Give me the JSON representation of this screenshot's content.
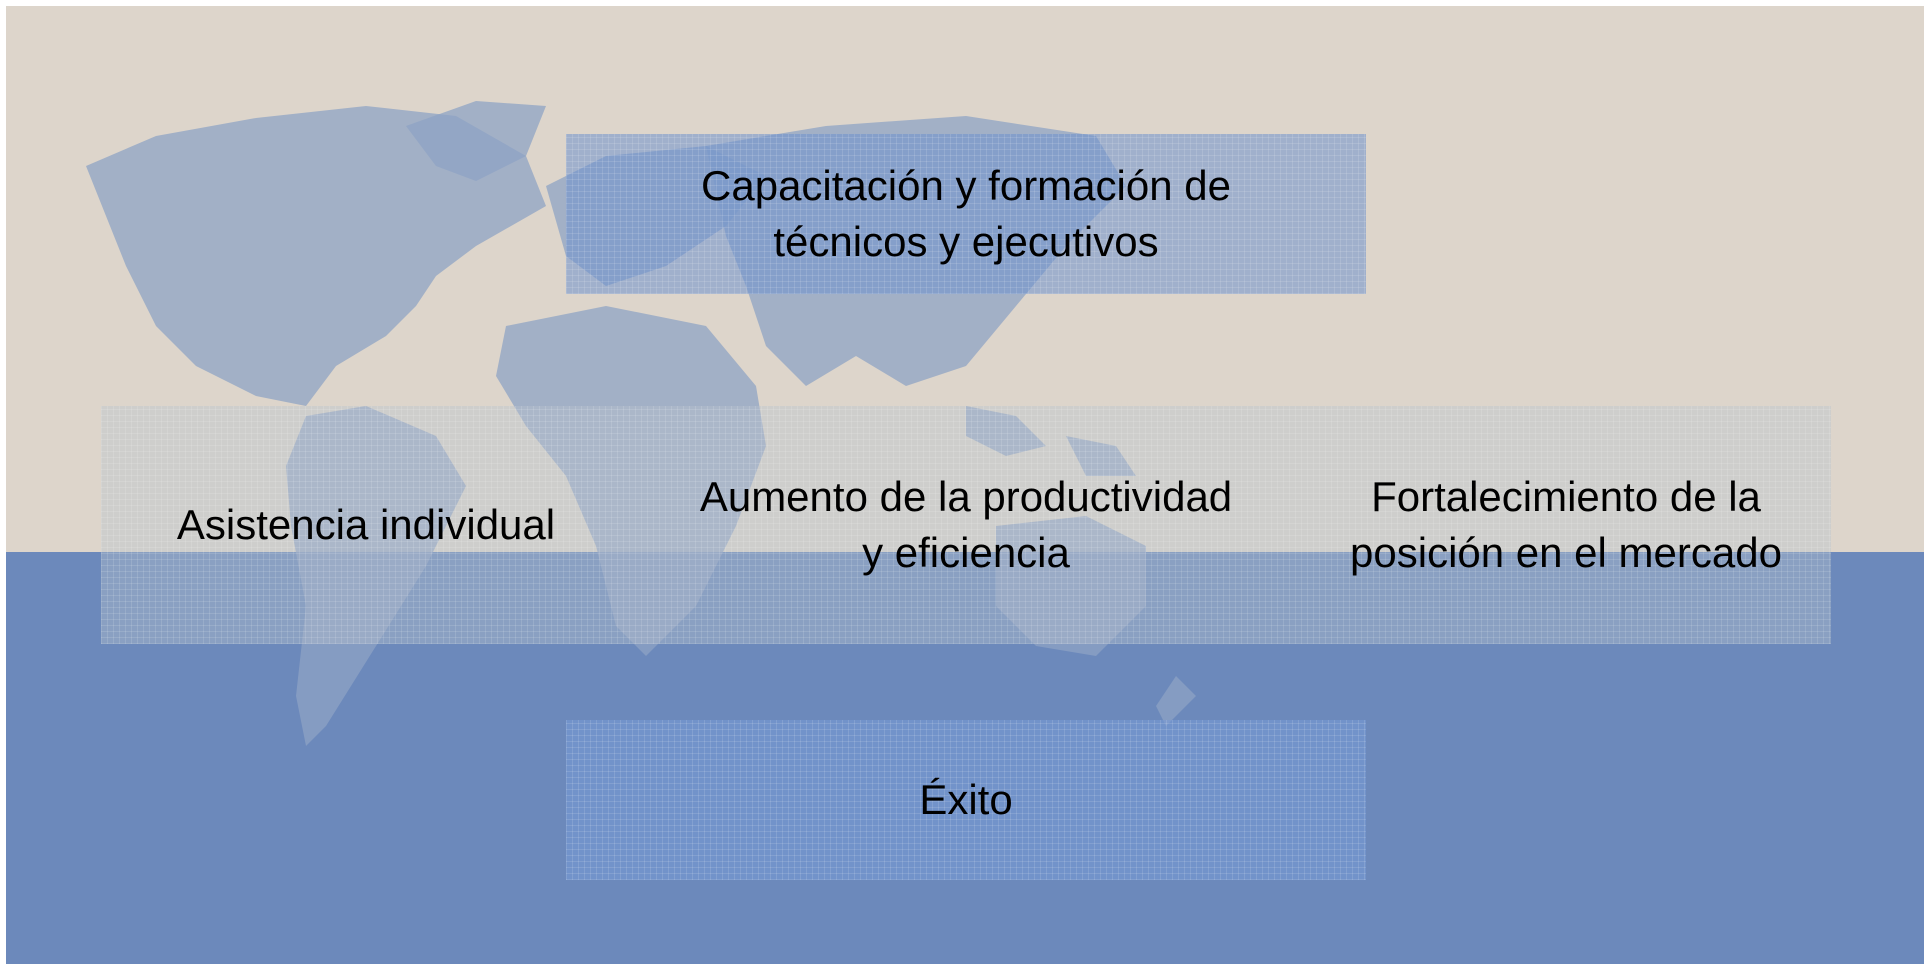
{
  "diagram": {
    "top_box": {
      "line1": "Capacitación y formación de",
      "line2": "técnicos y ejecutivos"
    },
    "middle_row": {
      "left": {
        "line1": "Asistencia individual"
      },
      "center": {
        "line1": "Aumento de la productividad",
        "line2": "y eficiencia"
      },
      "right": {
        "line1": "Fortalecimiento de la",
        "line2": "posición en el mercado"
      }
    },
    "bottom_box": {
      "line1": "Éxito"
    }
  },
  "background": {
    "image": "world-map",
    "top_color": "#ddd5cb",
    "bottom_color": "#6c89bb",
    "map_color": "#8ea3c4"
  }
}
